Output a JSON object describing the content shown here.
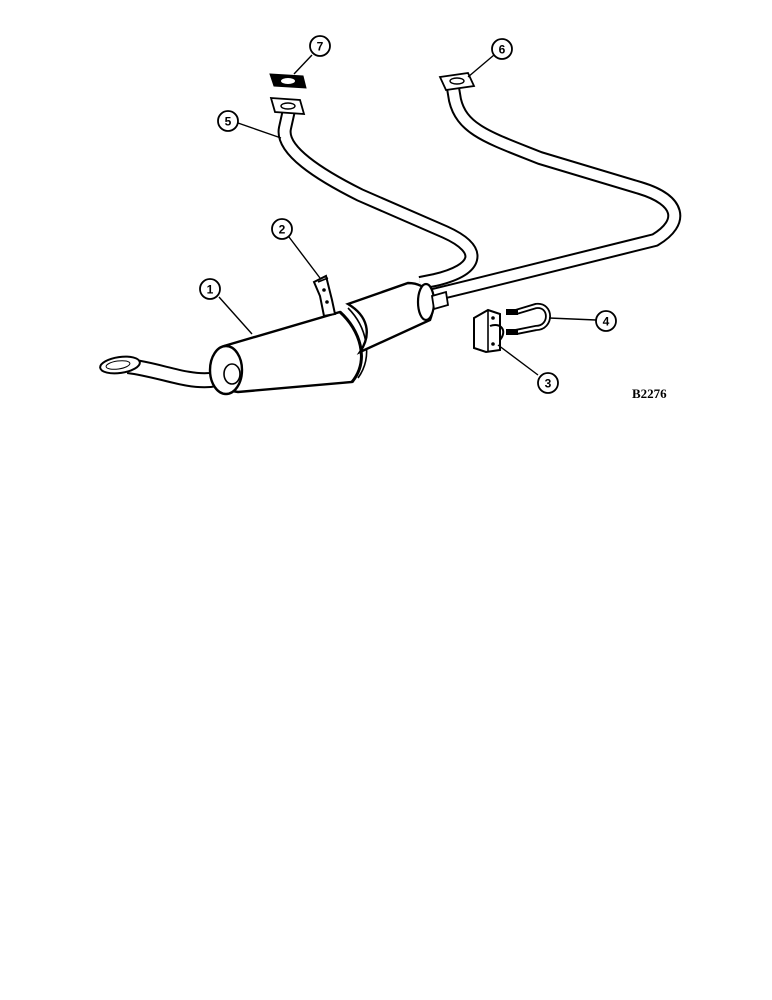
{
  "callouts": [
    {
      "label": "1",
      "part": "muffler"
    },
    {
      "label": "2",
      "part": "muffler-hanger-bracket"
    },
    {
      "label": "3",
      "part": "pipe-clamp-bracket"
    },
    {
      "label": "4",
      "part": "u-bolt"
    },
    {
      "label": "5",
      "part": "left-exhaust-pipe"
    },
    {
      "label": "6",
      "part": "right-exhaust-pipe"
    },
    {
      "label": "7",
      "part": "flange-gasket"
    }
  ],
  "figure_code": "B2276",
  "colors": {
    "ink": "#000000",
    "paper": "#ffffff"
  }
}
